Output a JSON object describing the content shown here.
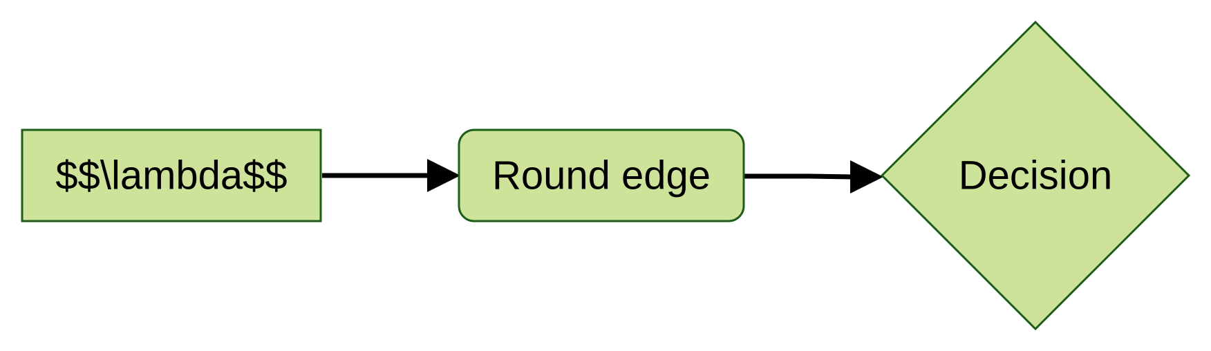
{
  "nodes": {
    "start": {
      "label": "$$\\lambda$$",
      "shape": "rectangle"
    },
    "process": {
      "label": "Round edge",
      "shape": "rounded-rectangle"
    },
    "decision": {
      "label": "Decision",
      "shape": "diamond"
    }
  },
  "edges": [
    {
      "from": "start",
      "to": "process"
    },
    {
      "from": "process",
      "to": "decision"
    }
  ],
  "colors": {
    "node_fill": "#cde399",
    "node_stroke": "#1e5c1a",
    "edge": "#000000",
    "text": "#000000"
  }
}
